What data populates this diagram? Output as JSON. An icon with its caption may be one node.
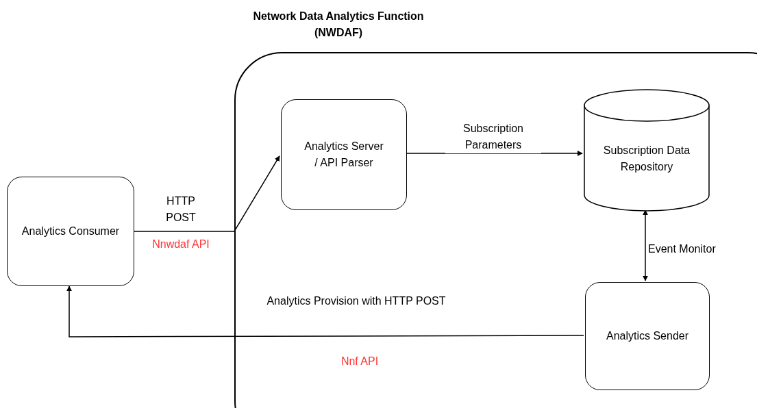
{
  "diagram": {
    "nodes": [
      {
        "text": [
          "Network Data Analytics Function (NWDAF)"
        ]
      },
      {
        "text": [
          "Analytics Consumer"
        ]
      },
      {
        "text": [
          "Analytics Server / API Parser"
        ],
        "in": 0
      },
      {
        "text": [
          "Subscription Data Repository"
        ],
        "in": 0
      },
      {
        "text": [
          "Analytics Sender"
        ],
        "in": 0
      }
    ],
    "edges": [
      {
        "from": 1,
        "to": 2,
        "arrow": "to",
        "label": "HTTP POST"
      },
      {
        "from": 2,
        "to": 3,
        "arrow": "to",
        "label": "Subscription Parameters"
      },
      {
        "from": 3,
        "to": 4,
        "arrow": "both",
        "label": "Event Monitor"
      },
      {
        "from": 4,
        "to": 1,
        "arrow": "to",
        "label": "Analytics Provision with HTTP POST"
      }
    ],
    "labels": [
      "Nnwdaf API",
      "Nnf API"
    ]
  }
}
